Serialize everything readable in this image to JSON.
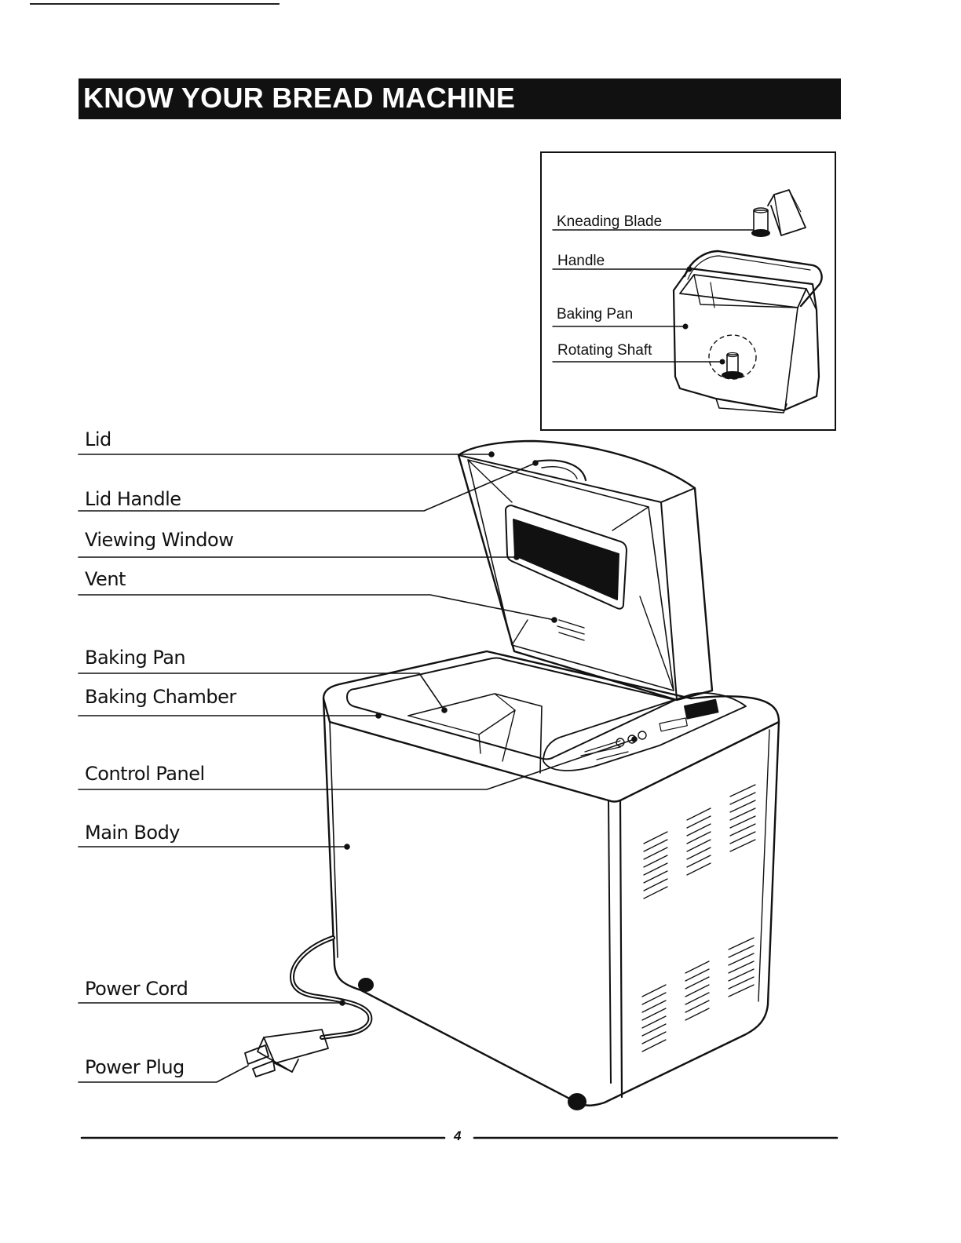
{
  "header": {
    "title": "KNOW YOUR BREAD MACHINE"
  },
  "main_labels": {
    "lid": "Lid",
    "lid_handle": "Lid Handle",
    "viewing_window": "Viewing Window",
    "vent": "Vent",
    "baking_pan": "Baking Pan",
    "baking_chamber": "Baking Chamber",
    "control_panel": "Control Panel",
    "main_body": "Main Body",
    "power_cord": "Power Cord",
    "power_plug": "Power Plug"
  },
  "inset_labels": {
    "kneading_blade": "Kneading Blade",
    "handle": "Handle",
    "baking_pan": "Baking Pan",
    "rotating_shaft": "Rotating Shaft"
  },
  "footer": {
    "page_number": "4"
  }
}
